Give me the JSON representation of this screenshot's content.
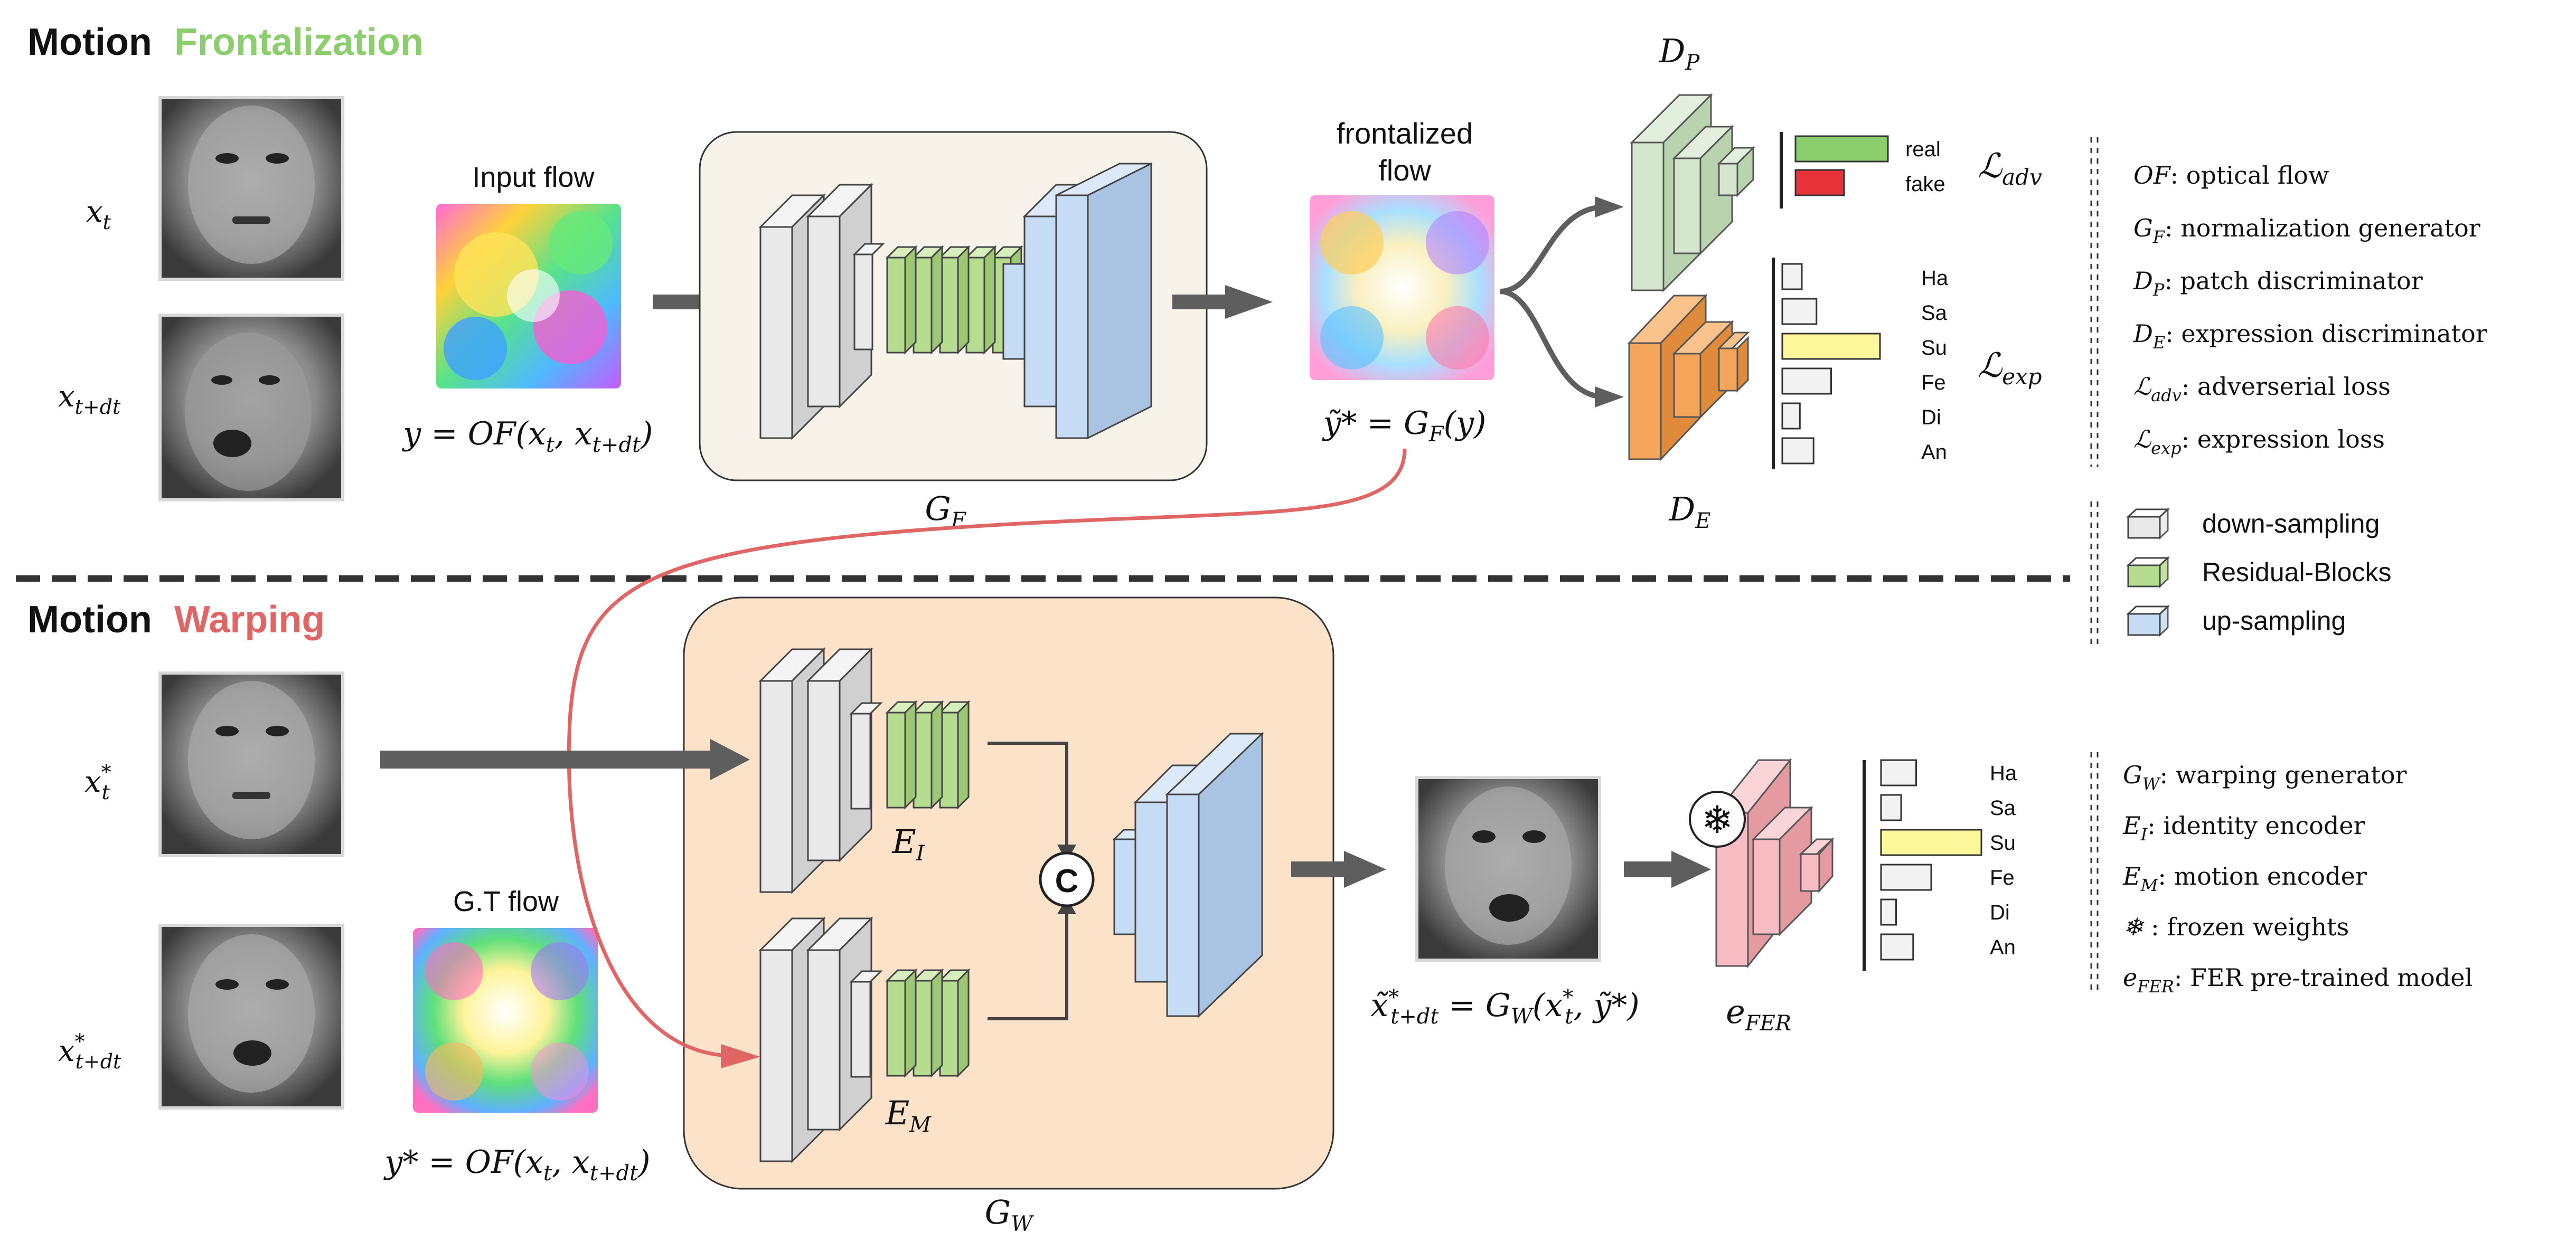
{
  "top_section": {
    "title_prefix": "Motion",
    "title_accent": "Frontalization",
    "accent_color": "#8ccd6e",
    "inputs": {
      "frame_label_1": "x",
      "frame_label_1_sub": "t",
      "frame_label_2": "x",
      "frame_label_2_sub": "t+dt"
    },
    "input_flow_label": "Input flow",
    "input_flow_eq": "y = OF(x",
    "input_flow_eq_sub1": "t",
    "input_flow_eq_mid": ", x",
    "input_flow_eq_sub2": "t+dt",
    "input_flow_eq_end": ")",
    "generator_label": "G",
    "generator_label_sub": "F",
    "frontalized_label_line1": "frontalized",
    "frontalized_label_line2": "flow",
    "frontalized_eq": "ỹ* = G",
    "frontalized_eq_sub": "F",
    "frontalized_eq_end": "(y)",
    "patch_disc_label": "D",
    "patch_disc_label_sub": "P",
    "expr_disc_label": "D",
    "expr_disc_label_sub": "E",
    "real_label": "real",
    "fake_label": "fake",
    "real_color": "#8ccd6e",
    "fake_color": "#e8323a",
    "adv_loss_label": "ℒ",
    "adv_loss_sub": "adv",
    "exp_loss_label": "ℒ",
    "exp_loss_sub": "exp",
    "classes": [
      "Ha",
      "Sa",
      "Su",
      "Fe",
      "Di",
      "An"
    ],
    "class_scores": [
      0.2,
      0.35,
      1.0,
      0.5,
      0.18,
      0.32
    ],
    "highlight_color": "#fbf79a"
  },
  "bottom_section": {
    "title_prefix": "Motion",
    "title_accent": "Warping",
    "accent_color": "#e06666",
    "inputs": {
      "frame_label_1": "x",
      "frame_label_1_sub": "t",
      "frame_label_2": "x",
      "frame_label_2_sub": "t+dt"
    },
    "gt_flow_label": "G.T flow",
    "gt_flow_eq": "y* = OF(x",
    "gt_flow_eq_sub1": "t",
    "gt_flow_eq_mid": ", x",
    "gt_flow_eq_sub2": "t+dt",
    "gt_flow_eq_end": ")",
    "identity_encoder_label": "E",
    "identity_encoder_sub": "I",
    "motion_encoder_label": "E",
    "motion_encoder_sub": "M",
    "concat_symbol": "C",
    "generator_label": "G",
    "generator_label_sub": "W",
    "output_eq": "x̃",
    "output_eq_sub": "t+dt",
    "output_eq_rest": " = G",
    "output_eq_sub2": "W",
    "output_eq_end": "(x",
    "output_eq_sub3": "t",
    "output_eq_end2": ", ỹ*)",
    "fer_label": "e",
    "fer_label_sub": "FER",
    "snowflake": "❄",
    "classes": [
      "Ha",
      "Sa",
      "Su",
      "Fe",
      "Di",
      "An"
    ],
    "class_scores": [
      0.35,
      0.2,
      1.0,
      0.5,
      0.15,
      0.32
    ],
    "highlight_color": "#fbf79a"
  },
  "legend_top": [
    {
      "sym": "OF",
      "sub": "",
      "text": ": optical flow"
    },
    {
      "sym": "G",
      "sub": "F",
      "text": ": normalization generator"
    },
    {
      "sym": "D",
      "sub": "P",
      "text": ": patch discriminator"
    },
    {
      "sym": "D",
      "sub": "E",
      "text": ": expression discriminator"
    },
    {
      "sym": "ℒ",
      "sub": "adv",
      "text": ": adverserial loss"
    },
    {
      "sym": "ℒ",
      "sub": "exp",
      "text": ": expression loss"
    }
  ],
  "legend_blocks": [
    {
      "text": "down-sampling",
      "color": "#e9e9e9"
    },
    {
      "text": "Residual-Blocks",
      "color": "#b6dc8f"
    },
    {
      "text": "up-sampling",
      "color": "#c6dcf4"
    }
  ],
  "legend_bottom": [
    {
      "sym": "G",
      "sub": "W",
      "text": ": warping generator"
    },
    {
      "sym": "E",
      "sub": "I",
      "text": ": identity encoder"
    },
    {
      "sym": "E",
      "sub": "M",
      "text": ": motion encoder"
    },
    {
      "sym": "❄",
      "sub": "",
      "text": " : frozen weights"
    },
    {
      "sym": "e",
      "sub": "FER",
      "text": ": FER pre-trained model"
    }
  ]
}
